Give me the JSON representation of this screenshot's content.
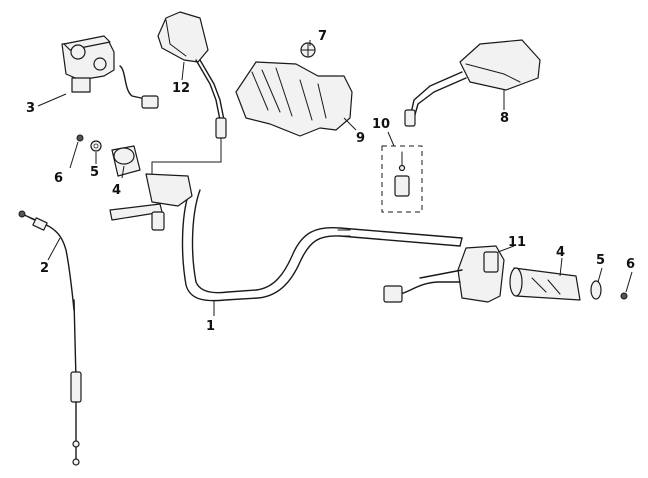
{
  "callouts": [
    {
      "id": "c1",
      "label": "1",
      "part": "handlebar"
    },
    {
      "id": "c2",
      "label": "2",
      "part": "throttle-cable"
    },
    {
      "id": "c3",
      "label": "3",
      "part": "brake-master-cylinder"
    },
    {
      "id": "c4l",
      "label": "4",
      "part": "left-grip"
    },
    {
      "id": "c4r",
      "label": "4",
      "part": "right-grip"
    },
    {
      "id": "c5l",
      "label": "5",
      "part": "left-washer"
    },
    {
      "id": "c5r",
      "label": "5",
      "part": "right-washer"
    },
    {
      "id": "c6l",
      "label": "6",
      "part": "left-bolt"
    },
    {
      "id": "c6r",
      "label": "6",
      "part": "right-bolt"
    },
    {
      "id": "c7",
      "label": "7",
      "part": "cover-plug"
    },
    {
      "id": "c8",
      "label": "8",
      "part": "right-mirror"
    },
    {
      "id": "c9",
      "label": "9",
      "part": "handlebar-cover"
    },
    {
      "id": "c10",
      "label": "10",
      "part": "connector-detail"
    },
    {
      "id": "c11",
      "label": "11",
      "part": "switch-assembly"
    },
    {
      "id": "c12",
      "label": "12",
      "part": "left-mirror"
    }
  ]
}
